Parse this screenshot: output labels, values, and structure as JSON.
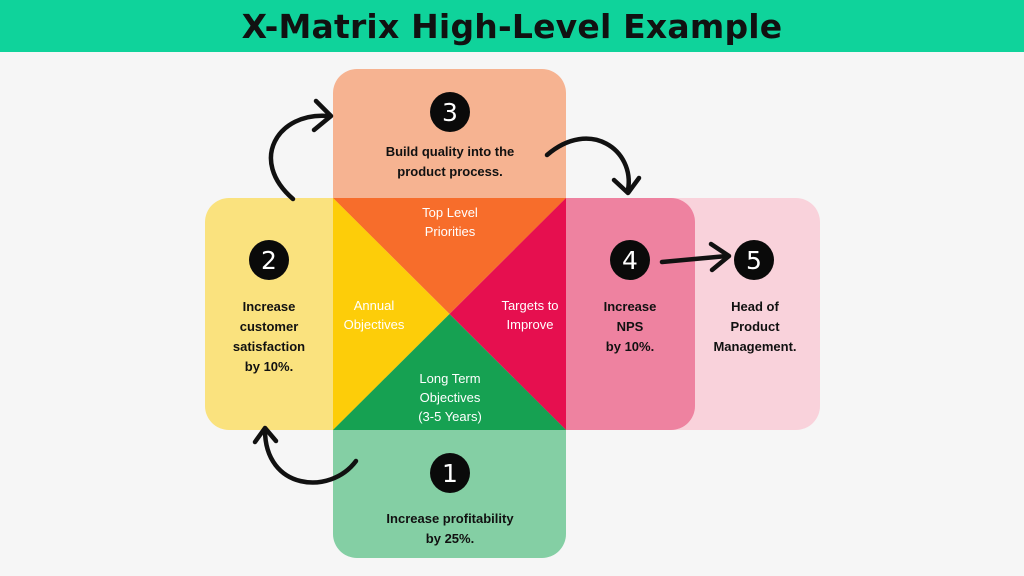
{
  "title": "X-Matrix High-Level Example",
  "sections": {
    "top": {
      "number": "3",
      "lines": [
        "Build quality into the",
        "product process."
      ]
    },
    "left": {
      "number": "2",
      "lines": [
        "Increase",
        "customer",
        "satisfaction",
        "by 10%."
      ]
    },
    "bottom": {
      "number": "1",
      "lines": [
        "Increase profitability",
        "by 25%."
      ]
    },
    "right": {
      "number": "4",
      "lines": [
        "Increase",
        "NPS",
        "by 10%."
      ]
    },
    "far_right": {
      "number": "5",
      "lines": [
        "Head of",
        "Product",
        "Management."
      ]
    }
  },
  "triangles": {
    "top": [
      "Top Level",
      "Priorities"
    ],
    "left": [
      "Annual",
      "Objectives"
    ],
    "right": [
      "Targets to",
      "Improve"
    ],
    "bottom": [
      "Long Term",
      "Objectives",
      "(3-5 Years)"
    ]
  },
  "colors": {
    "banner": "#0fd39b",
    "tri_top": "#f76d2b",
    "tri_left": "#fdcd09",
    "tri_right": "#e60f4f",
    "tri_bottom": "#16a152"
  }
}
